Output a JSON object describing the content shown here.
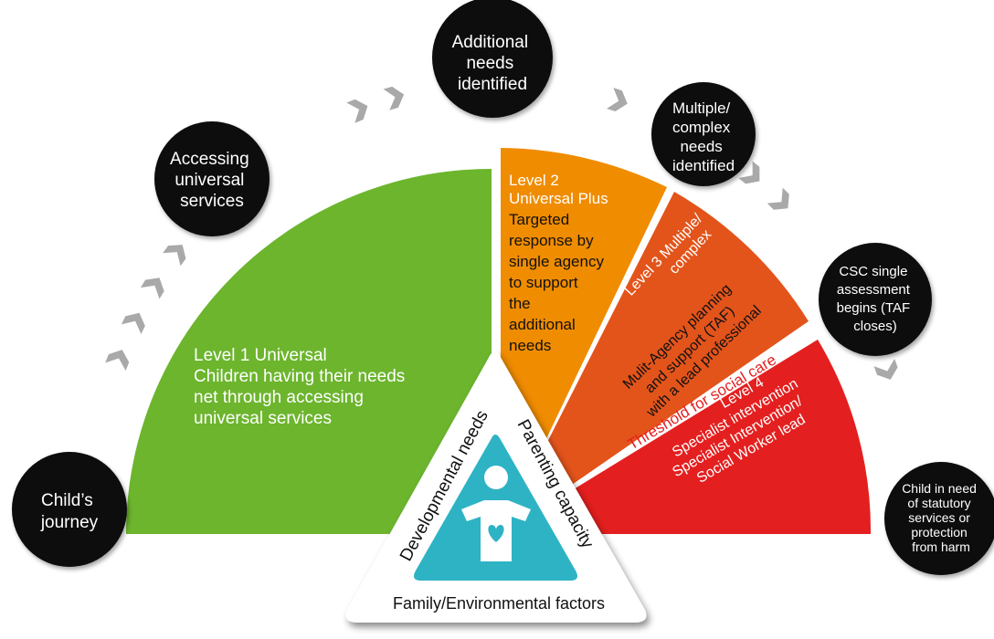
{
  "journey": {
    "childs_journey": [
      "Child’s",
      "journey"
    ],
    "accessing_universal": [
      "Accessing",
      "universal",
      "services"
    ],
    "additional_needs": [
      "Additional",
      "needs",
      "identified"
    ],
    "multiple_complex": [
      "Multiple/",
      "complex",
      "needs",
      "identified"
    ],
    "csc_assessment": [
      "CSC single",
      "assessment",
      "begins (TAF",
      "closes)"
    ],
    "child_in_need": [
      "Child in need",
      "of statutory",
      "services or",
      "protection",
      "from harm"
    ]
  },
  "levels": {
    "level1": {
      "title": "Level 1 Universal",
      "description": [
        "Children having their needs",
        "net through accessing",
        "universal services"
      ]
    },
    "level2": {
      "title": [
        "Level 2",
        "Universal Plus"
      ],
      "description": [
        "Targeted",
        "response by",
        "single agency",
        "to support",
        "the",
        "additional",
        "needs"
      ]
    },
    "level3": {
      "title": [
        "Level 3 Multiple/",
        "complex"
      ],
      "description": [
        "Mulit-Agency planning",
        "and support (TAF)",
        "with a lead professional"
      ]
    },
    "threshold": "Threshold for social care",
    "level4": {
      "title": "Level 4",
      "description": [
        "Specialist intervention",
        "Specialist Intervention/",
        "Social Worker lead"
      ]
    }
  },
  "triangle": {
    "left": "Developmental needs",
    "right": "Parenting capacity",
    "bottom": "Family/Environmental factors"
  },
  "colors": {
    "level1": "#6cb52d",
    "level2": "#f08c00",
    "level3": "#e3541b",
    "level4": "#e41f1f",
    "circle": "#0c0c0c",
    "arrow": "#a9a9a9",
    "teal": "#2eb3c4"
  }
}
